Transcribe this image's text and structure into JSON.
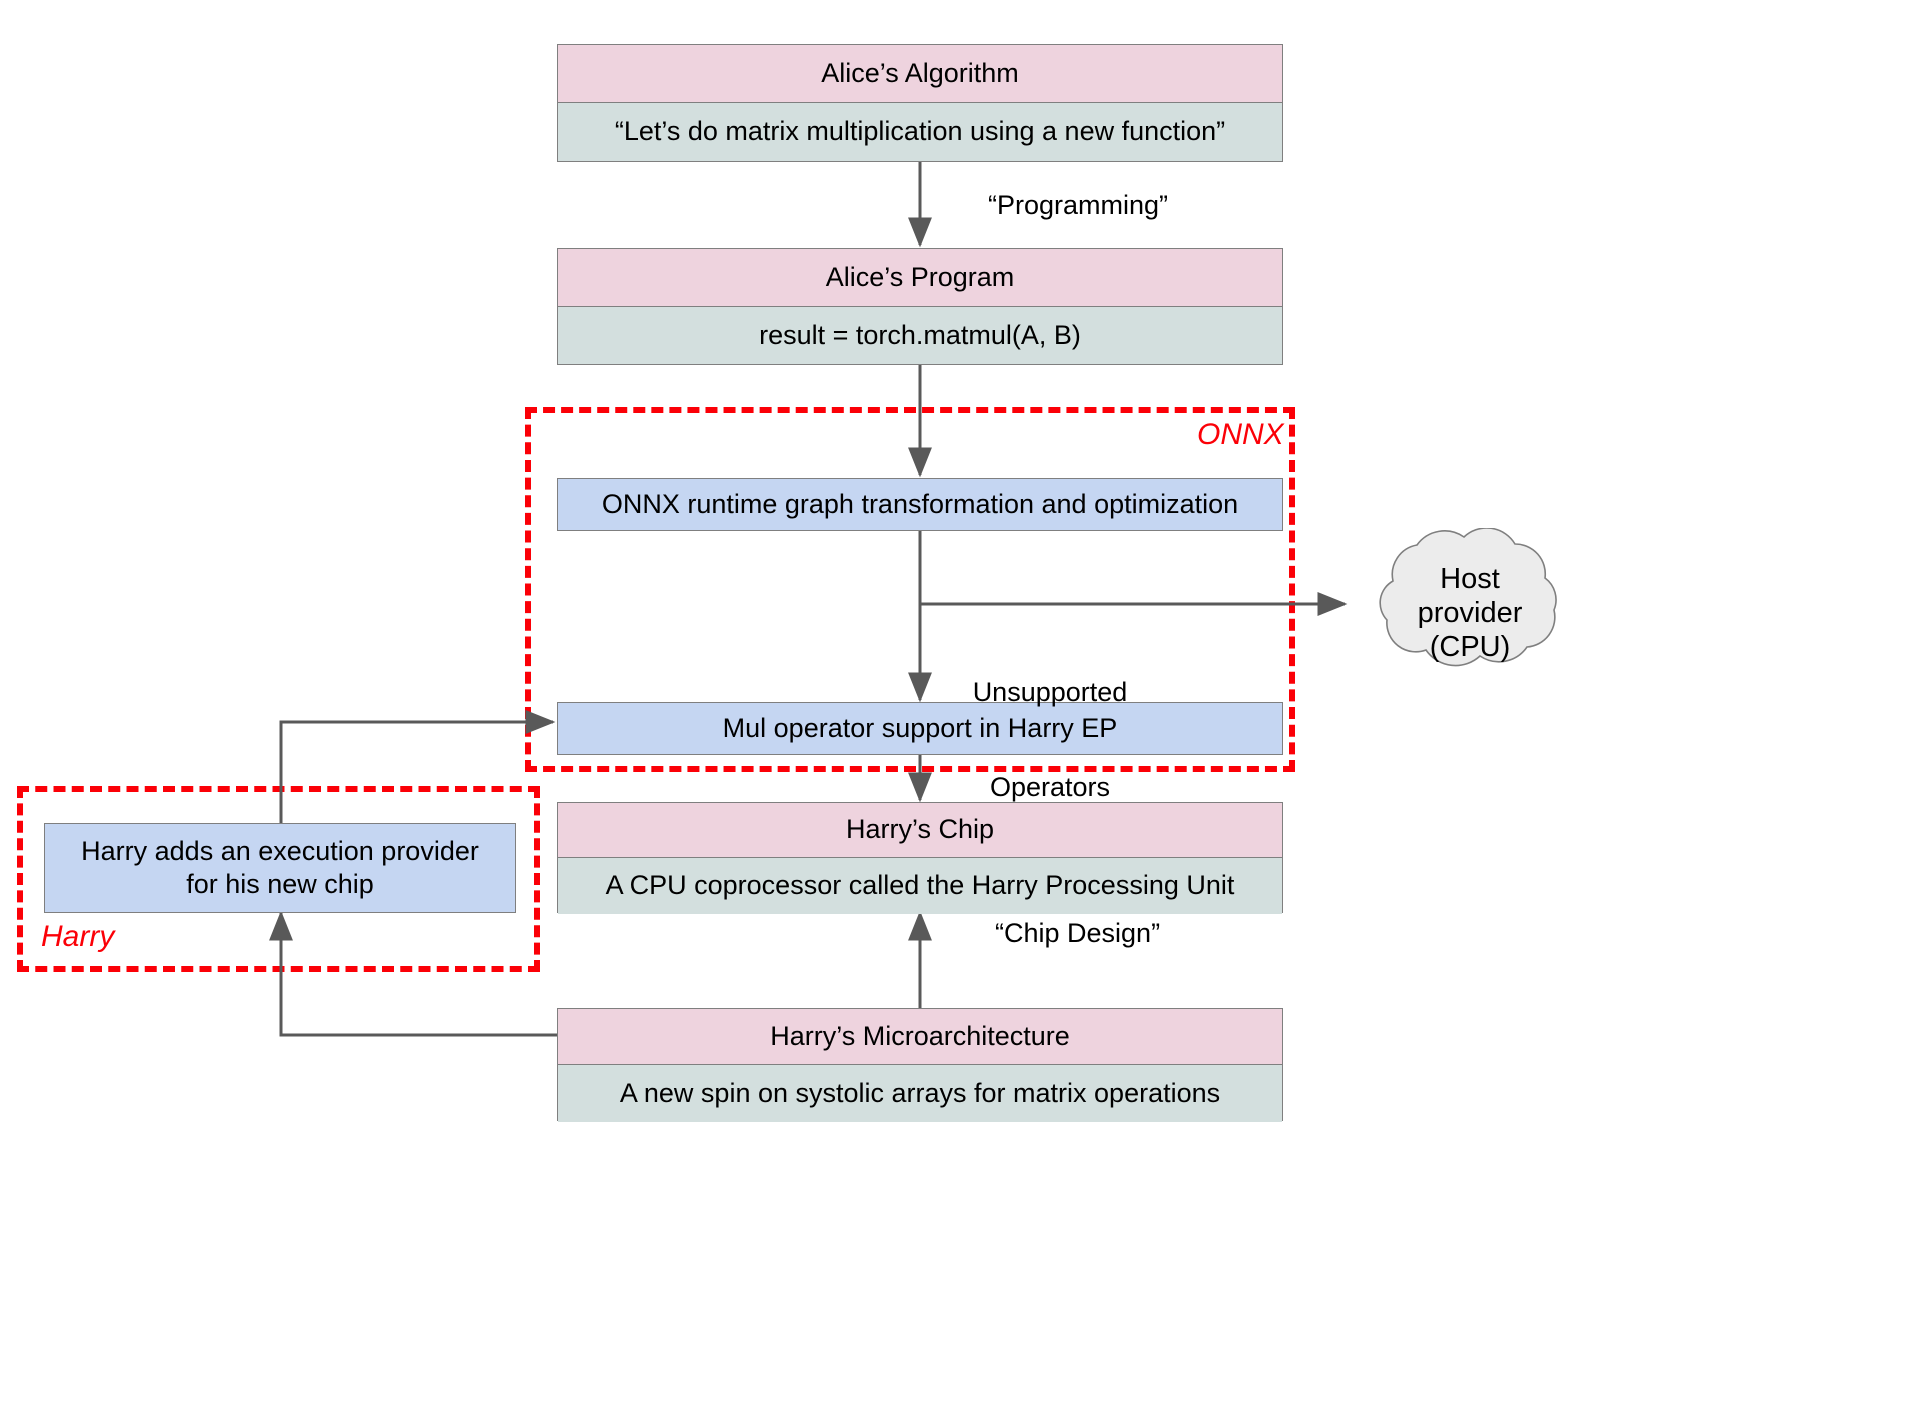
{
  "diagram": {
    "title": "ONNX execution provider flow",
    "colors": {
      "node_header": "#eed3de",
      "node_body": "#d3dfde",
      "blue_box": "#c5d6f2",
      "group_frame": "#fb0007",
      "connector": "#595959",
      "cloud_fill": "#ececec",
      "border": "#7f7f7f"
    }
  },
  "nodes": {
    "alice_algorithm": {
      "header": "Alice’s Algorithm",
      "body": "“Let’s do matrix multiplication using a new function”"
    },
    "alice_program": {
      "header": "Alice’s Program",
      "body": "result = torch.matmul(A, B)"
    },
    "onnx_runtime": {
      "label": "ONNX runtime graph transformation and optimization"
    },
    "mul_operator": {
      "label": "Mul operator support in Harry EP"
    },
    "harry_ep": {
      "line1": "Harry adds an execution provider",
      "line2": "for his new chip"
    },
    "harrys_chip": {
      "header": "Harry’s Chip",
      "body": "A CPU coprocessor called the Harry Processing Unit"
    },
    "harrys_microarchitecture": {
      "header": "Harry’s Microarchitecture",
      "body": "A new spin on systolic arrays for matrix operations"
    },
    "host_provider_cloud": {
      "line1": "Host",
      "line2": "provider",
      "line3": "(CPU)"
    }
  },
  "groups": {
    "onnx": {
      "label": "ONNX"
    },
    "harry": {
      "label": "Harry"
    }
  },
  "edge_labels": {
    "programming": "“Programming”",
    "unsupported_operators_line1": "Unsupported",
    "unsupported_operators_line2": "Operators",
    "chip_design": "“Chip Design”"
  }
}
